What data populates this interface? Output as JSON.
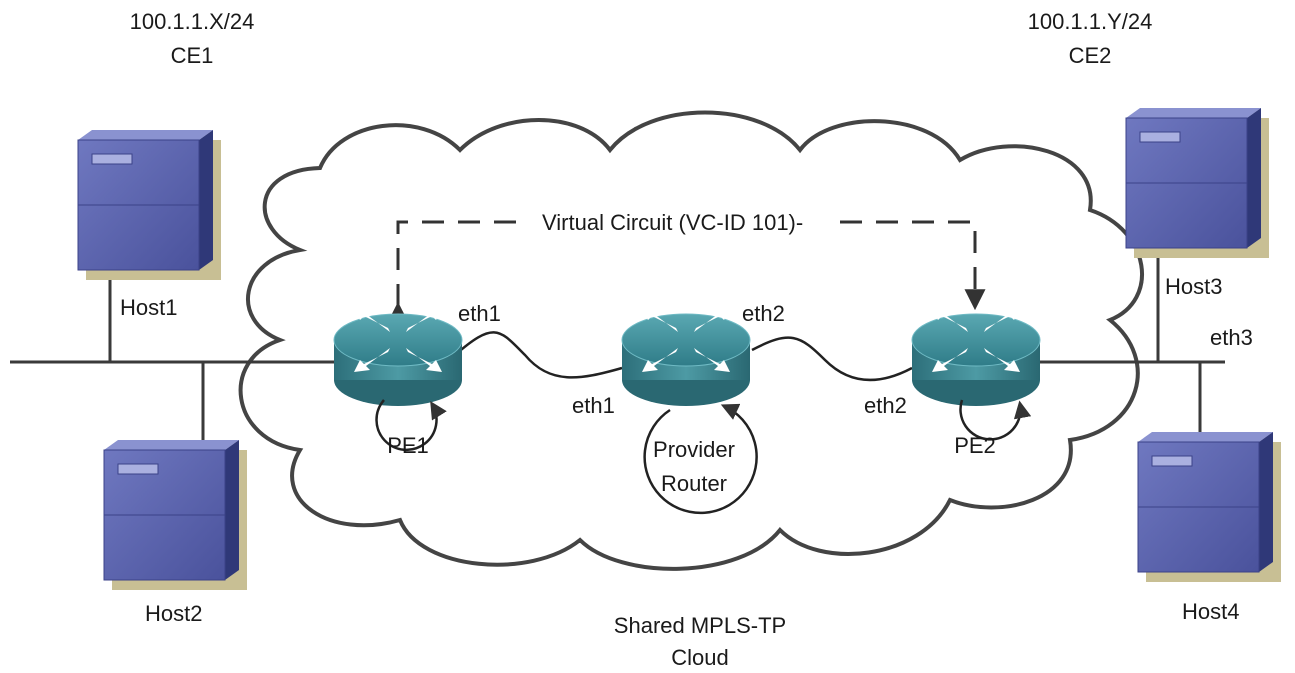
{
  "ce1": {
    "subnet": "100.1.1.X/24",
    "name": "CE1"
  },
  "ce2": {
    "subnet": "100.1.1.Y/24",
    "name": "CE2"
  },
  "hosts": {
    "host1": "Host1",
    "host2": "Host2",
    "host3": "Host3",
    "host4": "Host4"
  },
  "virtual_circuit": "Virtual Circuit  (VC-ID 101)-",
  "interfaces": {
    "pe1_eth1": "eth1",
    "pr_eth1": "eth1",
    "pr_eth2": "eth2",
    "pe2_eth2": "eth2",
    "pe2_eth3": "eth3"
  },
  "routers": {
    "pe1": "PE1",
    "pe2": "PE2",
    "provider_line1": "Provider",
    "provider_line2": "Router"
  },
  "cloud": {
    "line1": "Shared MPLS-TP",
    "line2": "Cloud"
  },
  "colors": {
    "router_top": "#3f8f99",
    "router_side": "#2f7480",
    "server_front": "#5b63ad",
    "server_side": "#2f3878",
    "server_shadow": "#c8bf94",
    "line": "#3a3a3a"
  }
}
